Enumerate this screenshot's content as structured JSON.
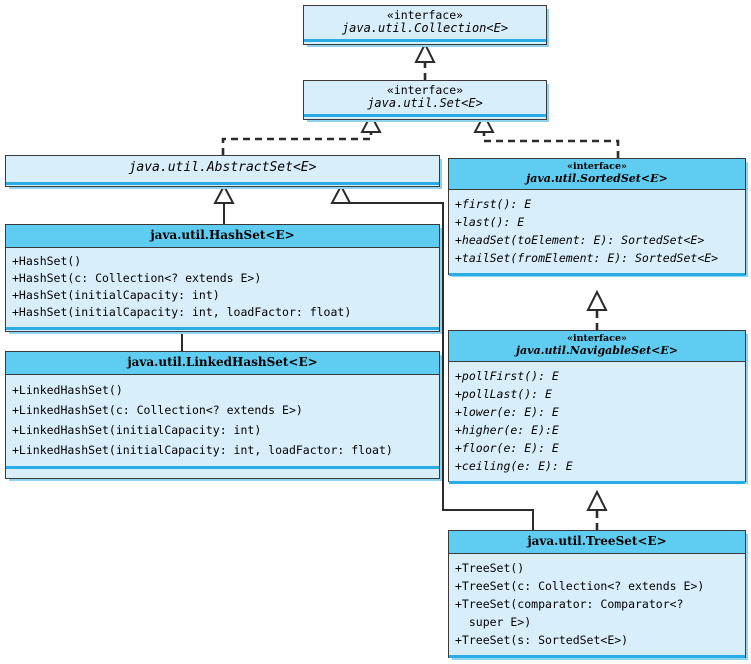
{
  "diagram": {
    "title": "Java Set Collection Hierarchy (UML Class Diagram)",
    "stereotype": "«interface»",
    "colors": {
      "header_fill": "#5fcdf2",
      "body_fill": "#d9eefb",
      "accent_rule": "#29ade4",
      "border": "#3a3a3a",
      "shadow": "#8fd3ef",
      "line": "#2b2b2b"
    }
  },
  "boxes": {
    "collection": {
      "stereotype": "«interface»",
      "name": "java.util.Collection<E>",
      "members": []
    },
    "set": {
      "stereotype": "«interface»",
      "name": "java.util.Set<E>",
      "members": []
    },
    "abstractset": {
      "stereotype": "",
      "name": "java.util.AbstractSet<E>",
      "members": []
    },
    "hashset": {
      "stereotype": "",
      "name": "java.util.HashSet<E>",
      "members": [
        "+HashSet()",
        "+HashSet(c: Collection<? extends E>)",
        "+HashSet(initialCapacity: int)",
        "+HashSet(initialCapacity: int, loadFactor: float)"
      ]
    },
    "linkedhashset": {
      "stereotype": "",
      "name": "java.util.LinkedHashSet<E>",
      "members": [
        "+LinkedHashSet()",
        "+LinkedHashSet(c: Collection<? extends E>)",
        "+LinkedHashSet(initialCapacity: int)",
        "+LinkedHashSet(initialCapacity: int, loadFactor: float)"
      ]
    },
    "sortedset": {
      "stereotype": "«interface»",
      "name": "java.util.SortedSet<E>",
      "members": [
        "+first(): E",
        "+last(): E",
        "+headSet(toElement: E): SortedSet<E>",
        "+tailSet(fromElement: E): SortedSet<E>"
      ]
    },
    "navigableset": {
      "stereotype": "«interface»",
      "name": "java.util.NavigableSet<E>",
      "members": [
        "+pollFirst(): E",
        "+pollLast(): E",
        "+lower(e: E): E",
        "+higher(e: E):E",
        "+floor(e: E): E",
        "+ceiling(e: E): E"
      ]
    },
    "treeset": {
      "stereotype": "",
      "name": "java.util.TreeSet<E>",
      "members": [
        "+TreeSet()",
        "+TreeSet(c: Collection<? extends E>)",
        "+TreeSet(comparator: Comparator<?",
        "  super E>)",
        "+TreeSet(s: SortedSet<E>)"
      ]
    }
  },
  "relations": [
    {
      "id": "set-to-collection",
      "type": "realization",
      "from": "set",
      "to": "collection"
    },
    {
      "id": "abstractset-to-set",
      "type": "realization",
      "from": "abstractset",
      "to": "set"
    },
    {
      "id": "sortedset-to-set",
      "type": "realization",
      "from": "sortedset",
      "to": "set"
    },
    {
      "id": "hashset-to-abstractset",
      "type": "inheritance",
      "from": "hashset",
      "to": "abstractset"
    },
    {
      "id": "treeset-to-abstractset",
      "type": "inheritance",
      "from": "treeset",
      "to": "abstractset"
    },
    {
      "id": "linkedhashset-to-hashset",
      "type": "inheritance",
      "from": "linkedhashset",
      "to": "hashset"
    },
    {
      "id": "navigableset-to-sortedset",
      "type": "realization",
      "from": "navigableset",
      "to": "sortedset"
    },
    {
      "id": "treeset-to-navigableset",
      "type": "realization",
      "from": "treeset",
      "to": "navigableset"
    }
  ]
}
